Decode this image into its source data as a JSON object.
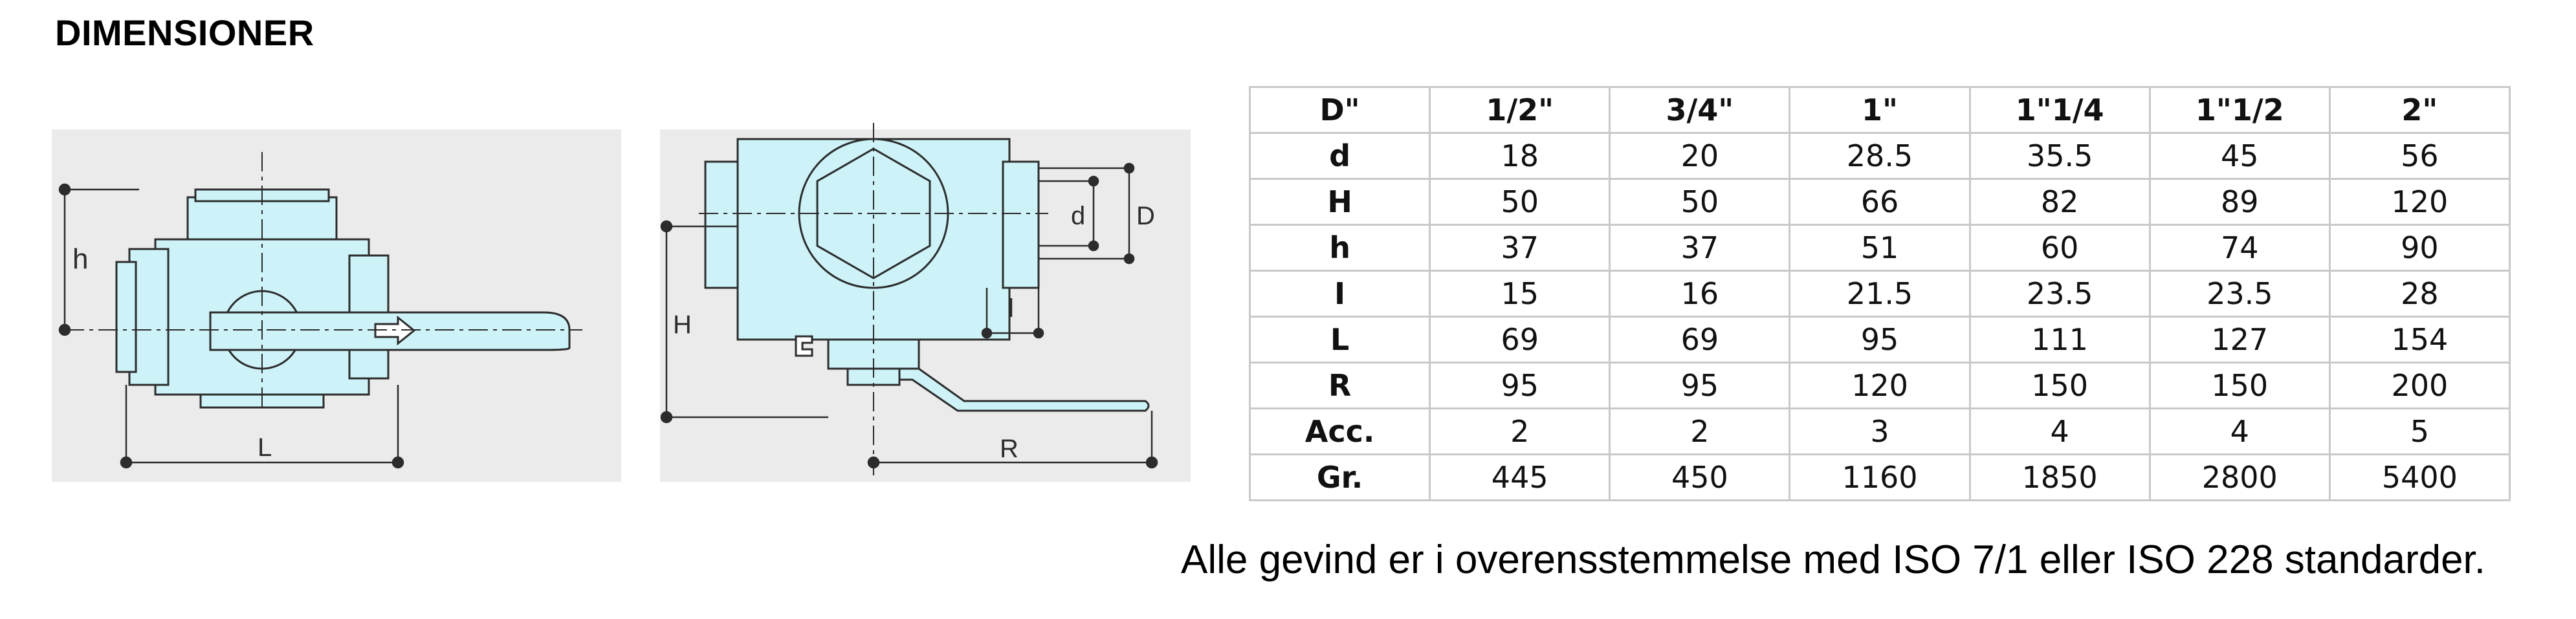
{
  "page": {
    "title": "DIMENSIONER",
    "note": "Alle gevind er i overensstemmelse med ISO 7/1 eller ISO 228 standarder."
  },
  "drawing": {
    "labels": {
      "h": "h",
      "L": "L",
      "H": "H",
      "d": "d",
      "D": "D",
      "l": "l",
      "R": "R"
    },
    "colors": {
      "body": "#cdf3f8",
      "outline": "#2c2c2c",
      "background": "#ebebeb"
    }
  },
  "table": {
    "header": [
      "D\"",
      "1/2\"",
      "3/4\"",
      "1\"",
      "1\"1/4",
      "1\"1/2",
      "2\""
    ],
    "rows": [
      {
        "label": "d",
        "values": [
          "18",
          "20",
          "28.5",
          "35.5",
          "45",
          "56"
        ]
      },
      {
        "label": "H",
        "values": [
          "50",
          "50",
          "66",
          "82",
          "89",
          "120"
        ]
      },
      {
        "label": "h",
        "values": [
          "37",
          "37",
          "51",
          "60",
          "74",
          "90"
        ]
      },
      {
        "label": "I",
        "values": [
          "15",
          "16",
          "21.5",
          "23.5",
          "23.5",
          "28"
        ]
      },
      {
        "label": "L",
        "values": [
          "69",
          "69",
          "95",
          "111",
          "127",
          "154"
        ]
      },
      {
        "label": "R",
        "values": [
          "95",
          "95",
          "120",
          "150",
          "150",
          "200"
        ]
      },
      {
        "label": "Acc.",
        "values": [
          "2",
          "2",
          "3",
          "4",
          "4",
          "5"
        ]
      },
      {
        "label": "Gr.",
        "values": [
          "445",
          "450",
          "1160",
          "1850",
          "2800",
          "5400"
        ]
      }
    ]
  }
}
